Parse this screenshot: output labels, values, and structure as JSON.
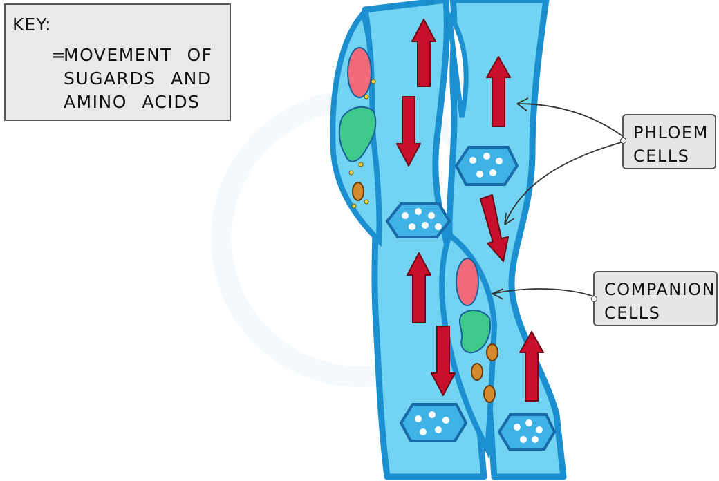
{
  "key": {
    "title": "KEY:",
    "equals": "=",
    "lines": [
      "MOVEMENT  OF",
      "SUGARDS  AND",
      "AMINO  ACIDS"
    ]
  },
  "labels": {
    "phloem": [
      "PHLOEM",
      "CELLS"
    ],
    "companion": [
      "COMPANION",
      "CELLS"
    ]
  },
  "colors": {
    "tube_fill": "#72d4f2",
    "tube_wall": "#1b8fd0",
    "arrow": "#c8102e",
    "nucleus": "#f06a7a",
    "cytoplasm_blob": "#3cc98a",
    "plate_fill": "#3fb2e6",
    "mitochondria": "#d48a2a",
    "key_bg": "#e9e9e9"
  },
  "arrow_directions": {
    "phloem_left": [
      "up",
      "down",
      "up",
      "down"
    ],
    "phloem_right": [
      "up",
      "down",
      "up"
    ]
  }
}
